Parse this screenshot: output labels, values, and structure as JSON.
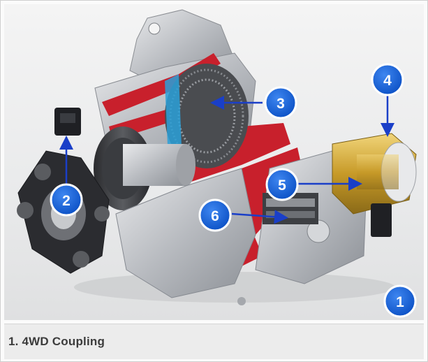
{
  "figure": {
    "caption": "1. 4WD Coupling",
    "callouts": [
      "1",
      "2",
      "3",
      "4",
      "5",
      "6"
    ]
  },
  "colors": {
    "callout_fill": "#0a5bd6",
    "callout_ring": "#ffffff",
    "arrow": "#1a3fc8",
    "cutaway_red": "#c8202c",
    "housing_silver": "#b9bcc0",
    "solenoid_gold": "#d8b23a"
  }
}
